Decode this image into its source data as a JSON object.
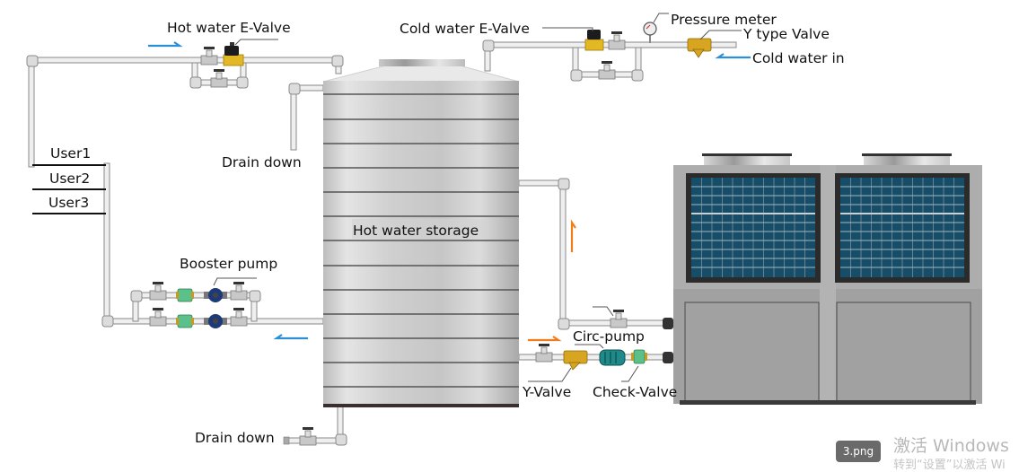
{
  "title": "Heat pump hot water system diagram",
  "labels": {
    "hot_water_evalve": "Hot water E-Valve",
    "cold_water_evalve": "Cold water E-Valve",
    "pressure_meter": "Pressure meter",
    "y_type_valve": "Y type Valve",
    "cold_water_in": "Cold water in",
    "drain_down_top": "Drain down",
    "drain_down_bottom": "Drain down",
    "user1": "User1",
    "user2": "User2",
    "user3": "User3",
    "hot_water_storage": "Hot water storage",
    "booster_pump": "Booster pump",
    "circ_pump": "Circ-pump",
    "y_valve": "Y-Valve",
    "check_valve": "Check-Valve"
  },
  "colors": {
    "flow_arrow_blue": "#2a8fd6",
    "flow_arrow_orange": "#f07d1a",
    "brass": "#e0b020",
    "pump_blue": "#1d3a78",
    "check_green": "#5cc08a",
    "circ_pump_teal": "#1f8a8a",
    "coil_blue": "#164e6a"
  },
  "badge": {
    "filename": "3.png"
  },
  "watermark": {
    "line1": "激活 Windows",
    "line2": "转到“设置”以激活 Wi"
  }
}
